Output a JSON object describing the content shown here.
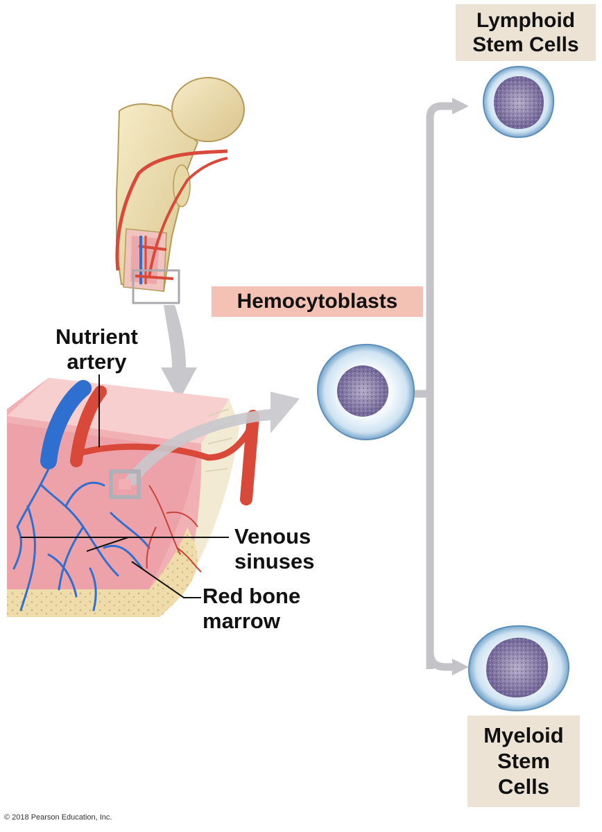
{
  "labels": {
    "lymphoid": [
      "Lymphoid",
      "Stem Cells"
    ],
    "hemocytoblasts": "Hemocytoblasts",
    "myeloid": [
      "Myeloid",
      "Stem",
      "Cells"
    ],
    "nutrient_artery": [
      "Nutrient",
      "artery"
    ],
    "venous_sinuses": [
      "Venous",
      "sinuses"
    ],
    "red_bone_marrow": [
      "Red bone",
      "marrow"
    ]
  },
  "copyright": "© 2018 Pearson Education, Inc.",
  "colors": {
    "artery": "#d9493a",
    "vein": "#2f6fd0",
    "bone": "#efe2b8",
    "marrow": "#f0b0b4",
    "arrow": "#c3c3c8",
    "cell_outer": "#cfe3f2",
    "cell_nucleus": "#8f84ad"
  }
}
